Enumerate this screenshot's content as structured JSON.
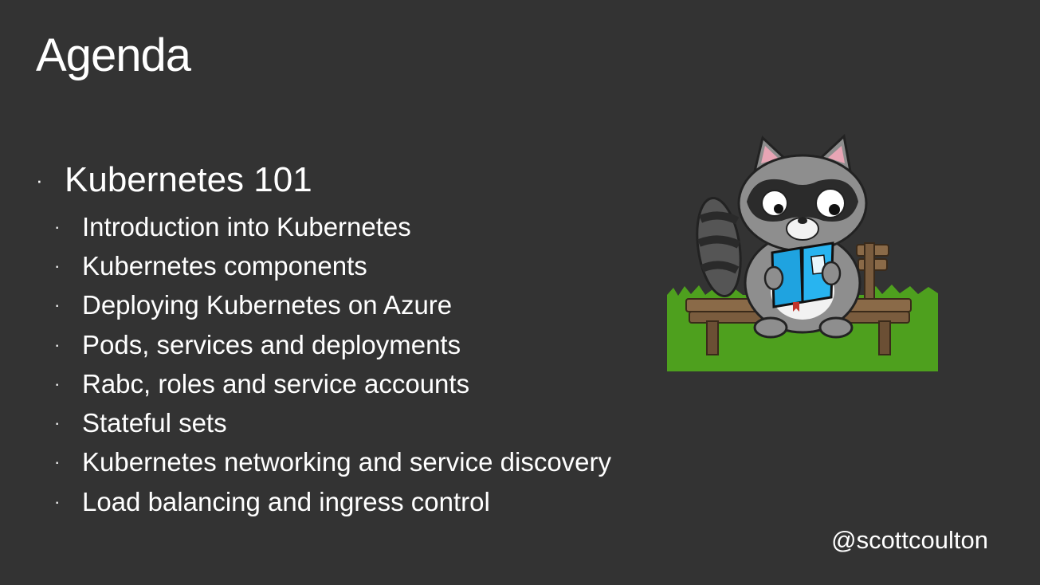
{
  "slide": {
    "title": "Agenda",
    "bullet_glyph": "·",
    "main_item": "Kubernetes 101",
    "sub_items": [
      "Introduction into Kubernetes",
      "Kubernetes components",
      "Deploying Kubernetes on Azure",
      "Pods, services and deployments",
      "Rabc, roles and service accounts",
      "Stateful sets",
      "Kubernetes networking and service discovery",
      "Load balancing and ingress control"
    ],
    "handle": "@scottcoulton",
    "illustration": "raccoon-reading-book-on-bench",
    "colors": {
      "background": "#333333",
      "text": "#ffffff",
      "grass": "#4ea01e",
      "book": "#1fa3e0"
    }
  }
}
